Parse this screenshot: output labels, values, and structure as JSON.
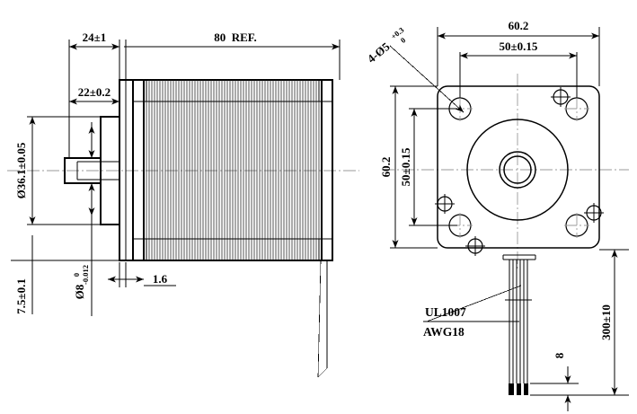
{
  "drawing": {
    "title": "Stepper Motor Dimensional Drawing",
    "line_color": "#000000",
    "center_line_color": "#9a9a9a",
    "background": "#ffffff"
  },
  "side_view": {
    "name": "side-view",
    "dims": {
      "shaft_length": "24±1",
      "body_length": "80  REF.",
      "shaft_usable": "22±0.2",
      "flange_dia": "Ø36.1±0.05",
      "flange_thickness": "7.5±0.1",
      "shaft_dia": "Ø8",
      "shaft_dia_tol_upper": "0",
      "shaft_dia_tol_lower": "-0.012",
      "flat_depth": "1.6"
    }
  },
  "front_view": {
    "name": "front-view",
    "dims": {
      "body_width": "60.2",
      "hole_pitch_h": "50±0.15",
      "body_height": "60.2",
      "hole_pitch_v": "50±0.15",
      "mounting_holes": "4-Ø5",
      "mounting_holes_tol_upper": "+0.3",
      "mounting_holes_tol_lower": "0",
      "lead_length": "300±10",
      "lead_strip": "8"
    },
    "labels": {
      "wire_spec_line1": "UL1007",
      "wire_spec_line2": "AWG18"
    }
  }
}
